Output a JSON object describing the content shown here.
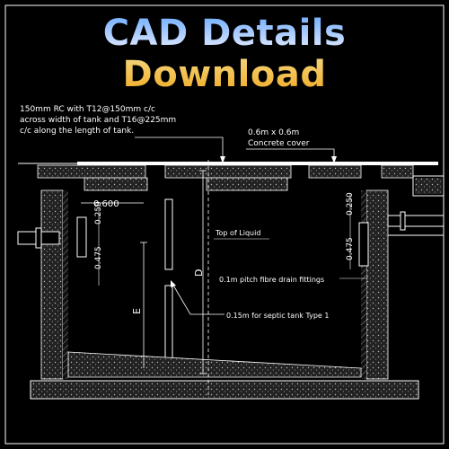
{
  "header": {
    "title": "CAD Details Download"
  },
  "notes": {
    "reinforcement_line1": "150mm RC with T12@150mm c/c",
    "reinforcement_line2": "across width of tank and T16@225mm",
    "reinforcement_line3": "c/c along the length of tank.",
    "cover_line1": "0.6m x 0.6m",
    "cover_line2": "Concrete cover",
    "top_of_liquid": "Top of Liquid",
    "drain_fittings": "0.1m pitch fibre drain fittings",
    "septic_type": "0.15m for septic tank Type 1"
  },
  "dimensions": {
    "inlet_offset": "0.600",
    "left_pipe_upper": "0.250",
    "left_pipe_lower": "0.475",
    "right_pipe_upper": "0.250",
    "right_pipe_lower": "0.475",
    "depth_label": "D",
    "e_label": "E"
  },
  "colors": {
    "background": "#000000",
    "lines": "#ffffff",
    "hatch": "#bfbfbf",
    "title_gold": "#f0a91e",
    "title_blue": "#6aa9ff"
  }
}
